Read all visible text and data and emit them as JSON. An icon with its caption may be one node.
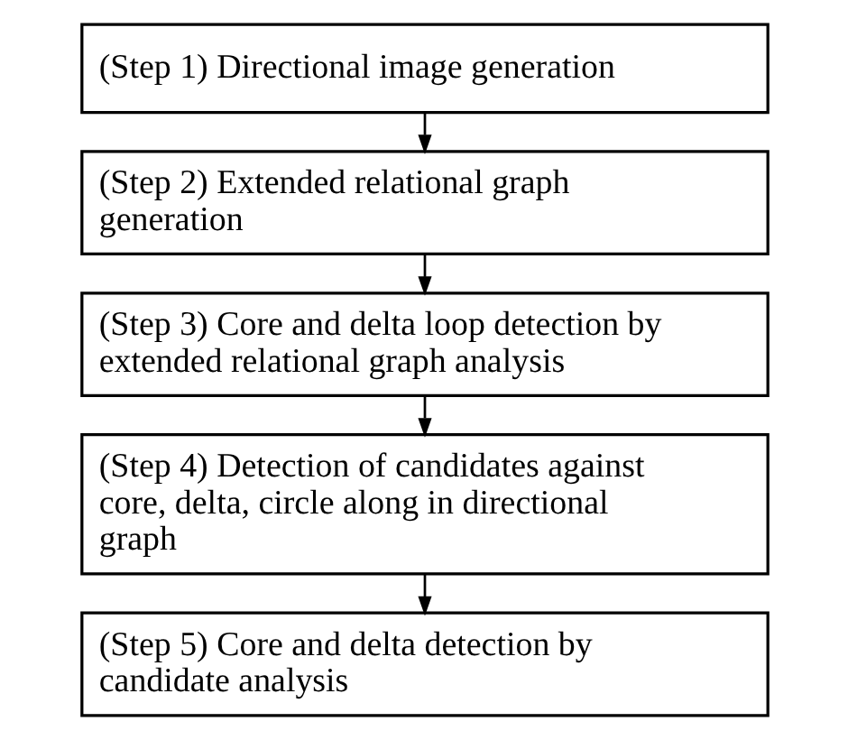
{
  "diagram": {
    "nodes": [
      {
        "text": [
          "(Step 1) Directional image generation"
        ]
      },
      {
        "text": [
          "(Step 2) Extended relational graph generation"
        ]
      },
      {
        "text": [
          "(Step 3) Core and delta loop detection by extended relational graph analysis"
        ]
      },
      {
        "text": [
          "(Step 4) Detection of candidates against core, delta, circle along in directional graph"
        ]
      },
      {
        "text": [
          "(Step 5) Core and delta detection by candidate analysis"
        ]
      }
    ],
    "edges": [
      {
        "from": 0,
        "to": 1,
        "arrow": "to"
      },
      {
        "from": 1,
        "to": 2,
        "arrow": "to"
      },
      {
        "from": 2,
        "to": 3,
        "arrow": "to"
      },
      {
        "from": 3,
        "to": 4,
        "arrow": "to"
      }
    ]
  }
}
